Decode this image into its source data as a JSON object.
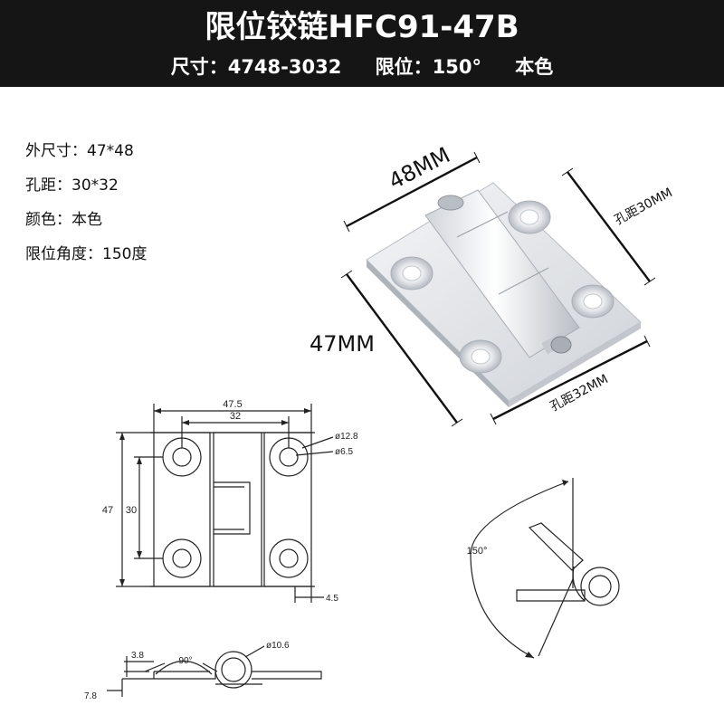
{
  "header": {
    "title": "限位铰链HFC91-47B",
    "size": "尺寸：4748-3032",
    "limit": "限位：150°",
    "color": "本色"
  },
  "specs": [
    "外尺寸：47*48",
    "孔距：30*32",
    "颜色：本色",
    "限位角度：150度"
  ],
  "photo_labels": {
    "width": "48MM",
    "height": "47MM",
    "hole_pitch_a": "孔距30MM",
    "hole_pitch_b": "孔距32MM"
  },
  "drawing_front": {
    "overall_width": "47.5",
    "hole_spacing_x": "32",
    "overall_height": "47",
    "hole_spacing_y": "30",
    "counterbore_dia": "ø12.8",
    "hole_dia": "ø6.5",
    "edge_offset": "4.5"
  },
  "drawing_side": {
    "plate_thickness": "3.8",
    "angle": "90°",
    "knuckle_dia": "ø10.6",
    "height": "7.8"
  },
  "drawing_rotation": {
    "angle": "150°"
  },
  "colors": {
    "banner": "#151515",
    "banner_text": "#ffffff",
    "metal": "#e2e5e9",
    "line": "#222222"
  }
}
